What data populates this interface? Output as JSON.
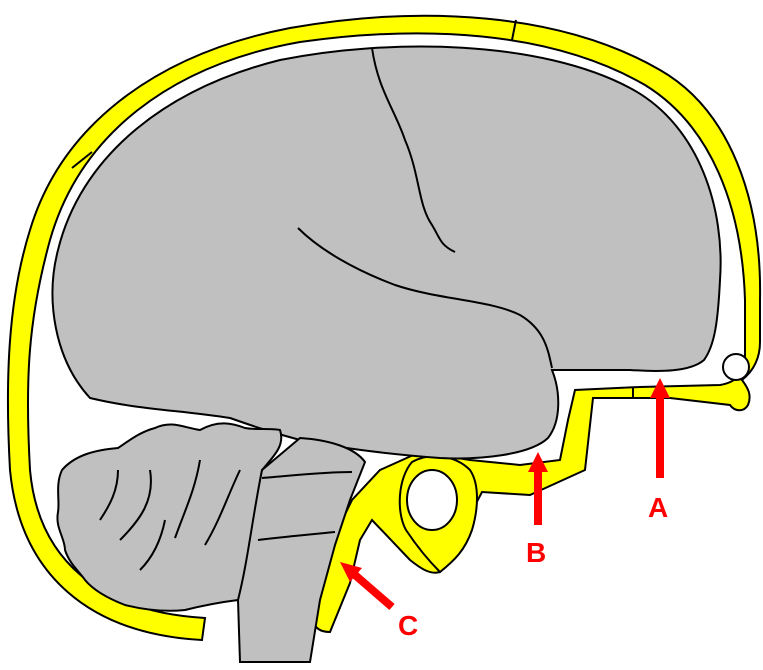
{
  "colors": {
    "skull": "#ffff00",
    "brain": "#c0c0c0",
    "outline": "#000000",
    "arrow": "#ff0000",
    "background": "#ffffff"
  },
  "labels": {
    "a": "A",
    "b": "B",
    "c": "C"
  }
}
